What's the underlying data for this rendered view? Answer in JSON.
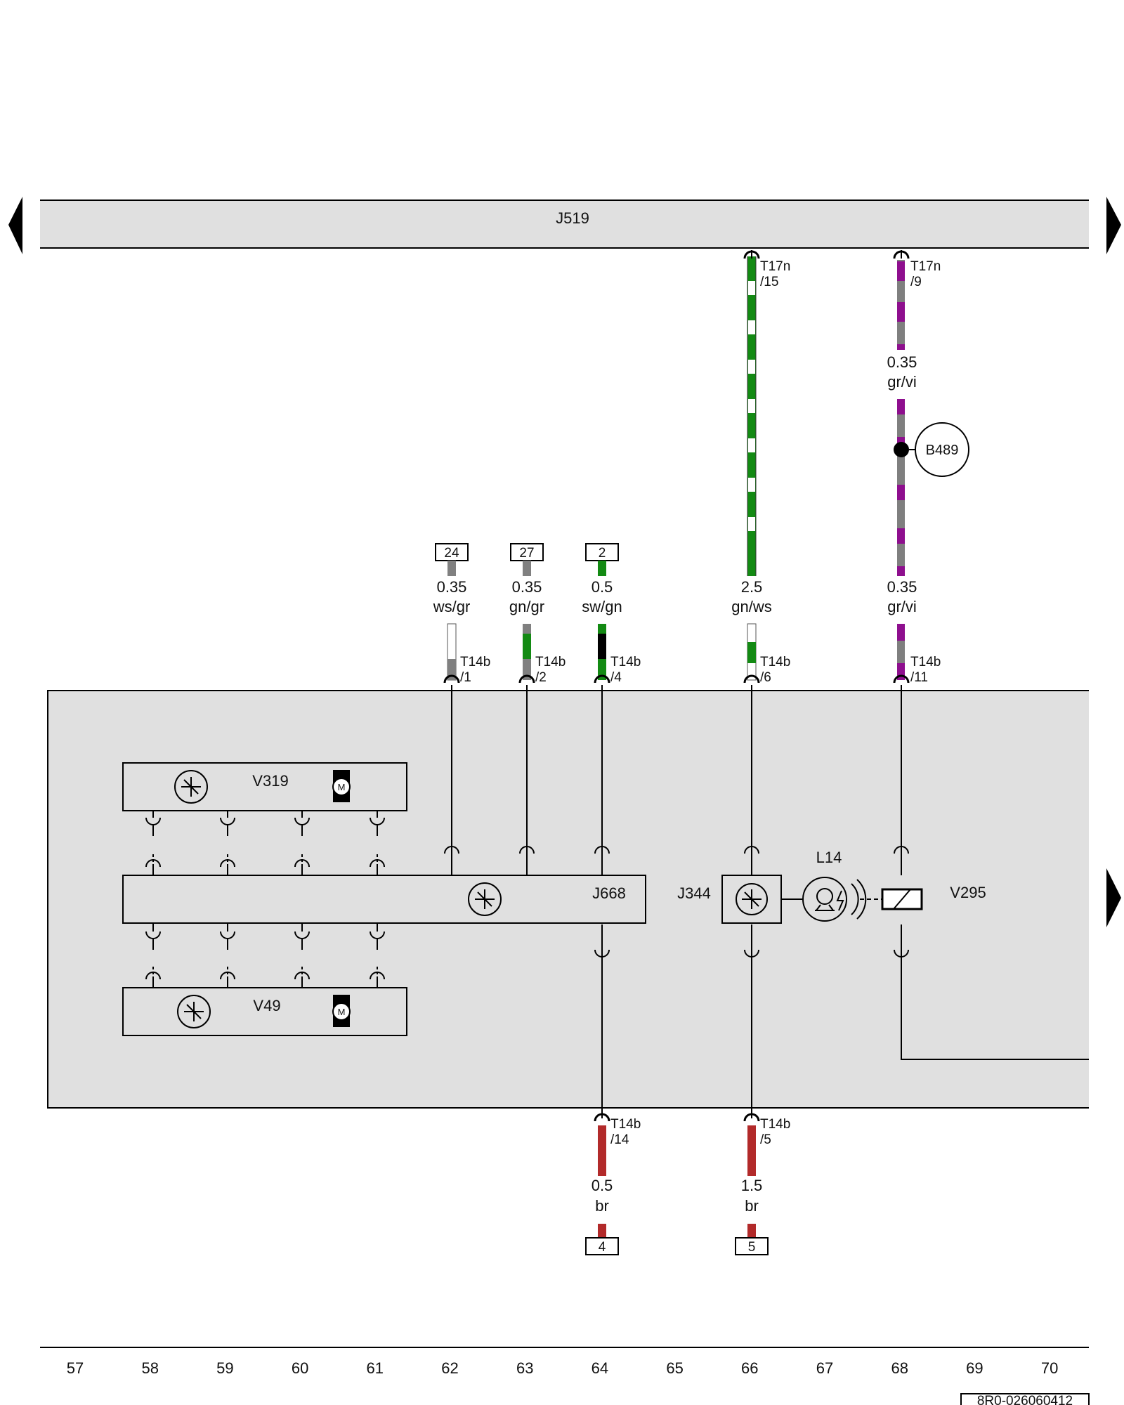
{
  "bus": {
    "label": "J519"
  },
  "module": {
    "label": "J668"
  },
  "lamp_unit": {
    "label": "J344"
  },
  "lamp": {
    "label": "L14"
  },
  "servo": {
    "label": "V295"
  },
  "motors": [
    {
      "label": "V319"
    },
    {
      "label": "V49"
    }
  ],
  "ground_point": {
    "label": "B489"
  },
  "top_connectors": [
    {
      "pin": "T17n",
      "num": "/15"
    },
    {
      "pin": "T17n",
      "num": "/9"
    }
  ],
  "top_wires": [
    {
      "gauge": "0.35",
      "color_code": "gr/vi",
      "colors": [
        "#7f7f7f",
        "#8e0f8e"
      ]
    }
  ],
  "terminals": [
    {
      "num": "24",
      "gauge": "0.35",
      "color_code": "ws/gr",
      "colors": [
        "#ffffff",
        "#808080"
      ]
    },
    {
      "num": "27",
      "gauge": "0.35",
      "color_code": "gn/gr",
      "colors": [
        "#138a13",
        "#808080"
      ]
    },
    {
      "num": "2",
      "gauge": "0.5",
      "color_code": "sw/gn",
      "colors": [
        "#000000",
        "#138a13"
      ]
    },
    {
      "num": "",
      "gauge": "2.5",
      "color_code": "gn/ws",
      "colors": [
        "#138a13",
        "#ffffff"
      ]
    },
    {
      "num": "",
      "gauge": "0.35",
      "color_code": "gr/vi",
      "colors": [
        "#7f7f7f",
        "#8e0f8e"
      ]
    }
  ],
  "t14b": [
    {
      "pin": "T14b",
      "num": "/1"
    },
    {
      "pin": "T14b",
      "num": "/2"
    },
    {
      "pin": "T14b",
      "num": "/4"
    },
    {
      "pin": "T14b",
      "num": "/6"
    },
    {
      "pin": "T14b",
      "num": "/11"
    }
  ],
  "bottom_wires": [
    {
      "pin": "T14b",
      "num": "/14",
      "gauge": "0.5",
      "color_code": "br",
      "terminal": "4",
      "colors": [
        "#b22a2a"
      ]
    },
    {
      "pin": "T14b",
      "num": "/5",
      "gauge": "1.5",
      "color_code": "br",
      "terminal": "5",
      "colors": [
        "#b22a2a"
      ]
    }
  ],
  "grid_numbers": [
    "57",
    "58",
    "59",
    "60",
    "61",
    "62",
    "63",
    "64",
    "65",
    "66",
    "67",
    "68",
    "69",
    "70"
  ],
  "doc_number": "8R0-026060412"
}
